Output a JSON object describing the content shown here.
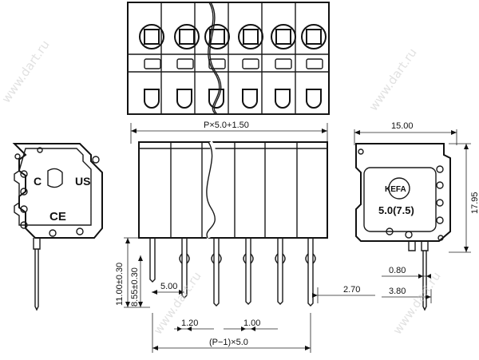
{
  "dimensions": {
    "pitch_total": "P×5.0+1.50",
    "width": "15.00",
    "height": "17.95",
    "pin_length": "11.00±0.30",
    "pin_protrusion": "8.55±0.30",
    "pin_offset": "5.00",
    "pin_width_a": "1.20",
    "pin_width_b": "1.00",
    "pin_span": "(P−1)×5.0",
    "pin_setback": "2.70",
    "pin_thickness": "0.80",
    "pin_to_edge": "3.80"
  },
  "markings": {
    "ul": "US",
    "ul_c": "C",
    "ce": "CE",
    "brand": "KEFA",
    "rating": "5.0(7.5)"
  },
  "watermark": "www.dart.ru"
}
